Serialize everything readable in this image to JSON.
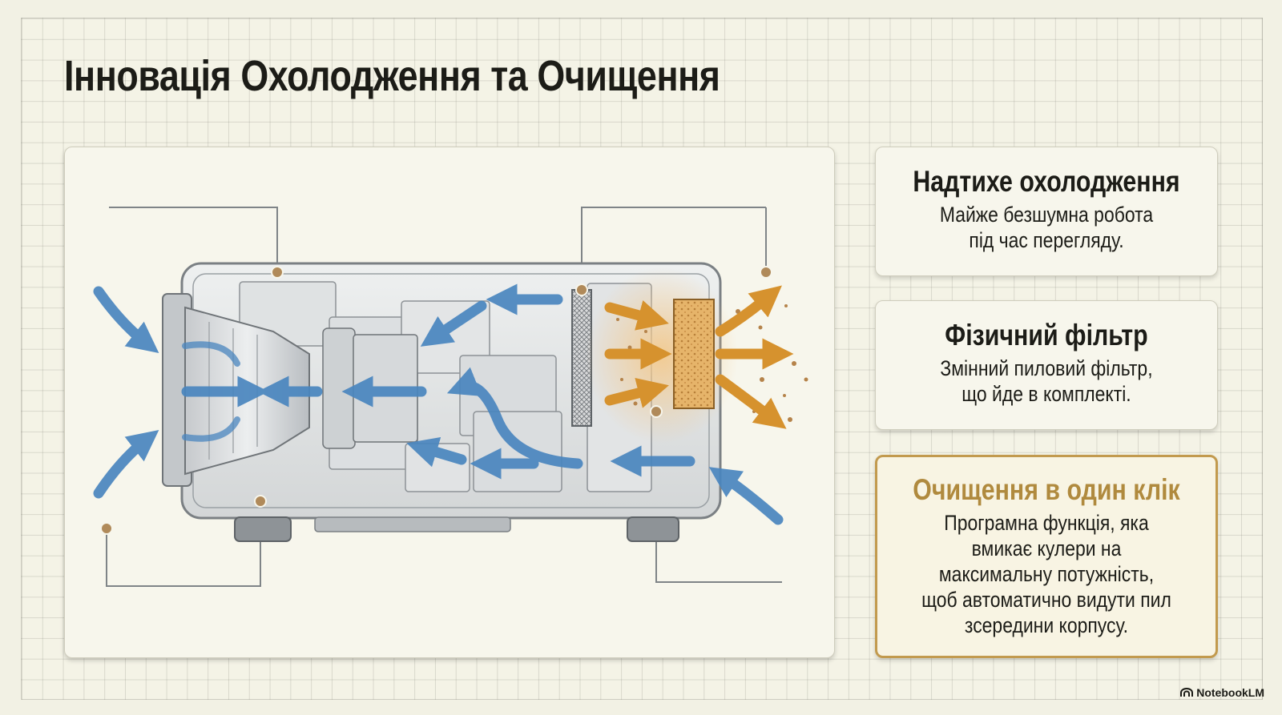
{
  "slide": {
    "title": "Інновація Охолодження та Очищення"
  },
  "features": [
    {
      "title": "Надтихе охолодження",
      "lines": [
        "Майже безшумна робота",
        "під час перегляду."
      ]
    },
    {
      "title": "Фізичний фільтр",
      "lines": [
        "Змінний пиловий фільтр,",
        "що йде в комплекті."
      ]
    },
    {
      "title": "Очищення в один клік",
      "lines": [
        "Програмна функція, яка",
        "вмикає кулери на",
        "максимальну потужність,",
        "щоб автоматично видути пил",
        "зсередини корпусу."
      ]
    }
  ],
  "brand": {
    "name": "NotebookLM",
    "icon": "notebooklm-logo-icon"
  },
  "colors": {
    "cool_air": "#4a86bf",
    "exhaust": "#d6922e",
    "accent": "#b08a3e",
    "callout_dot": "#b08a5a"
  }
}
